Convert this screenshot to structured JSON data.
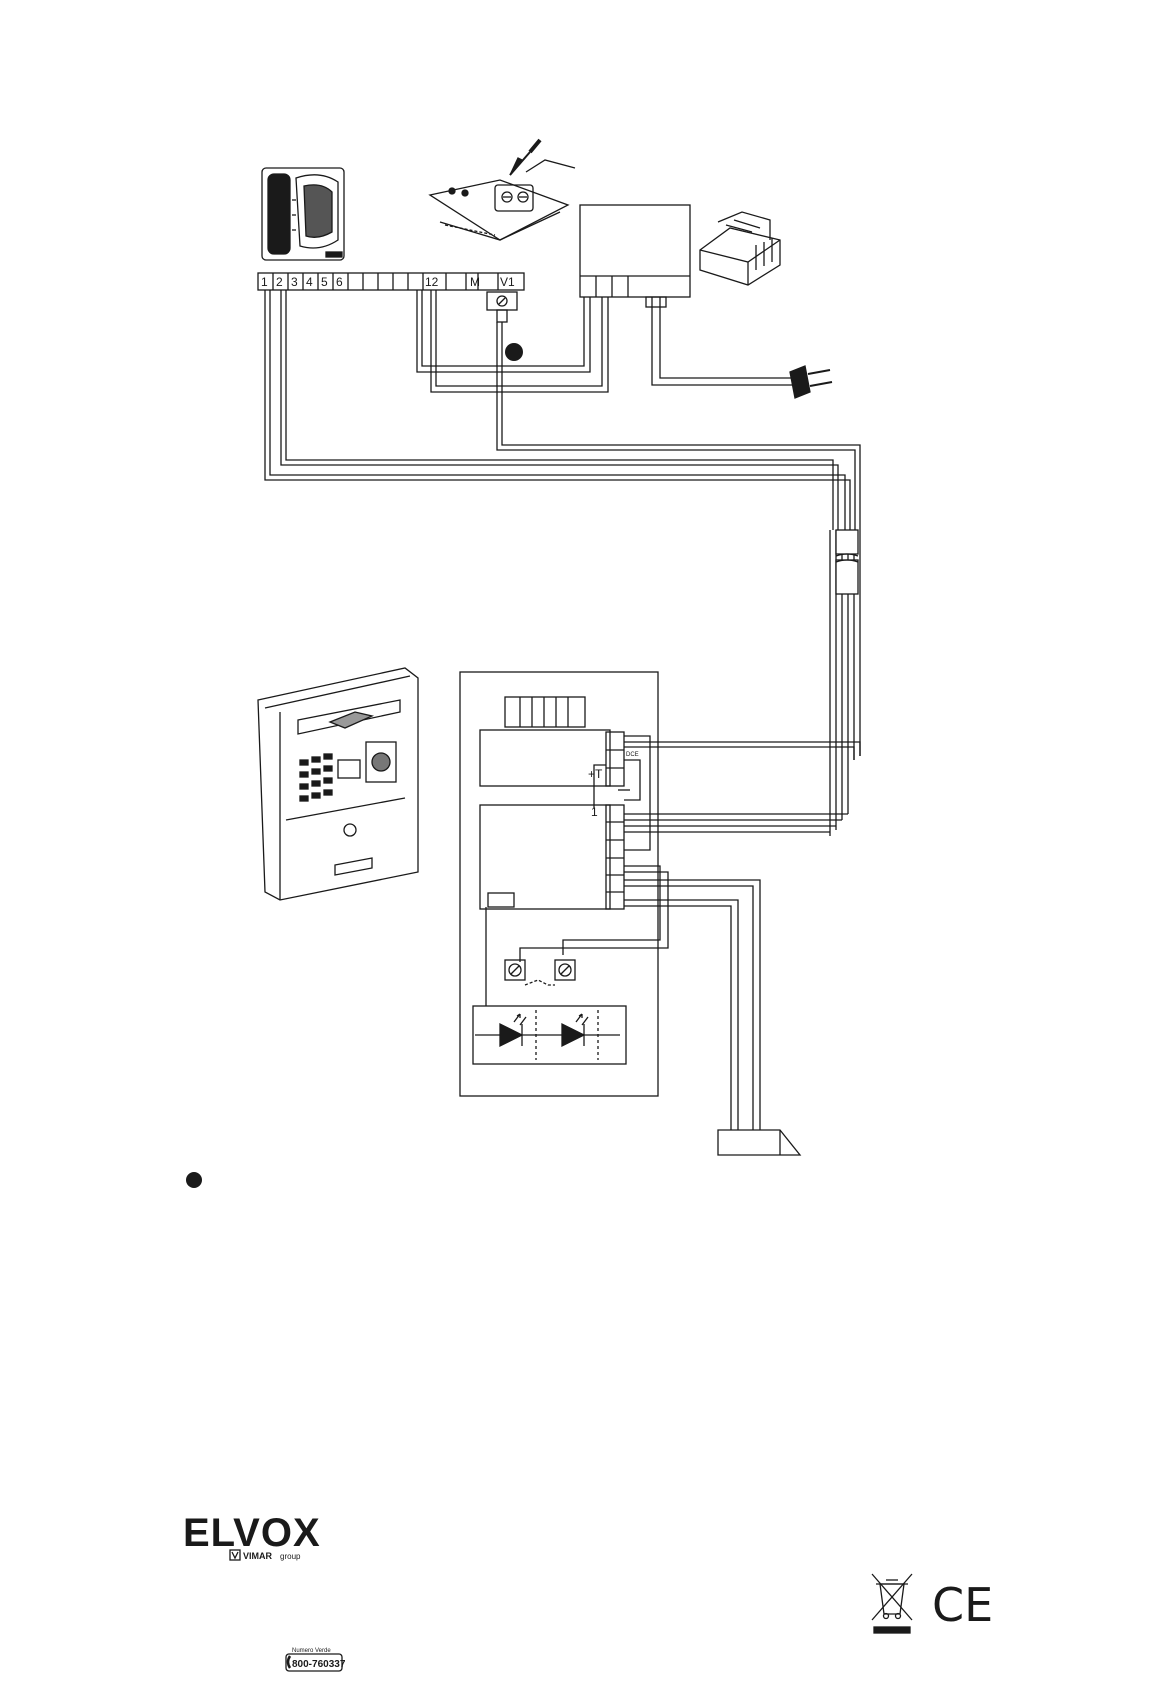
{
  "terminal_strip": {
    "labels": [
      "1",
      "2",
      "3",
      "4",
      "5",
      "6",
      "12",
      "M",
      "V1"
    ]
  },
  "door_unit": {
    "terminal_1": "1",
    "terminal_plus_t": "+T",
    "terminal_tiny": "DCE"
  },
  "footer": {
    "brand": "ELVOX",
    "brand_sub": "VIMAR",
    "brand_group": "group",
    "phone_caption": "Numero Verde",
    "phone_number": "800-760337",
    "ce_mark": "CE"
  },
  "icons": [
    "handset-monitor-icon",
    "connector-detail-icon",
    "power-supply-icon",
    "din-module-icon",
    "mains-plug-icon",
    "entrance-panel-icon",
    "led-icon",
    "lock-icon",
    "weee-bin-icon"
  ],
  "colors": {
    "ink": "#1a1a1a",
    "paper": "#ffffff"
  }
}
